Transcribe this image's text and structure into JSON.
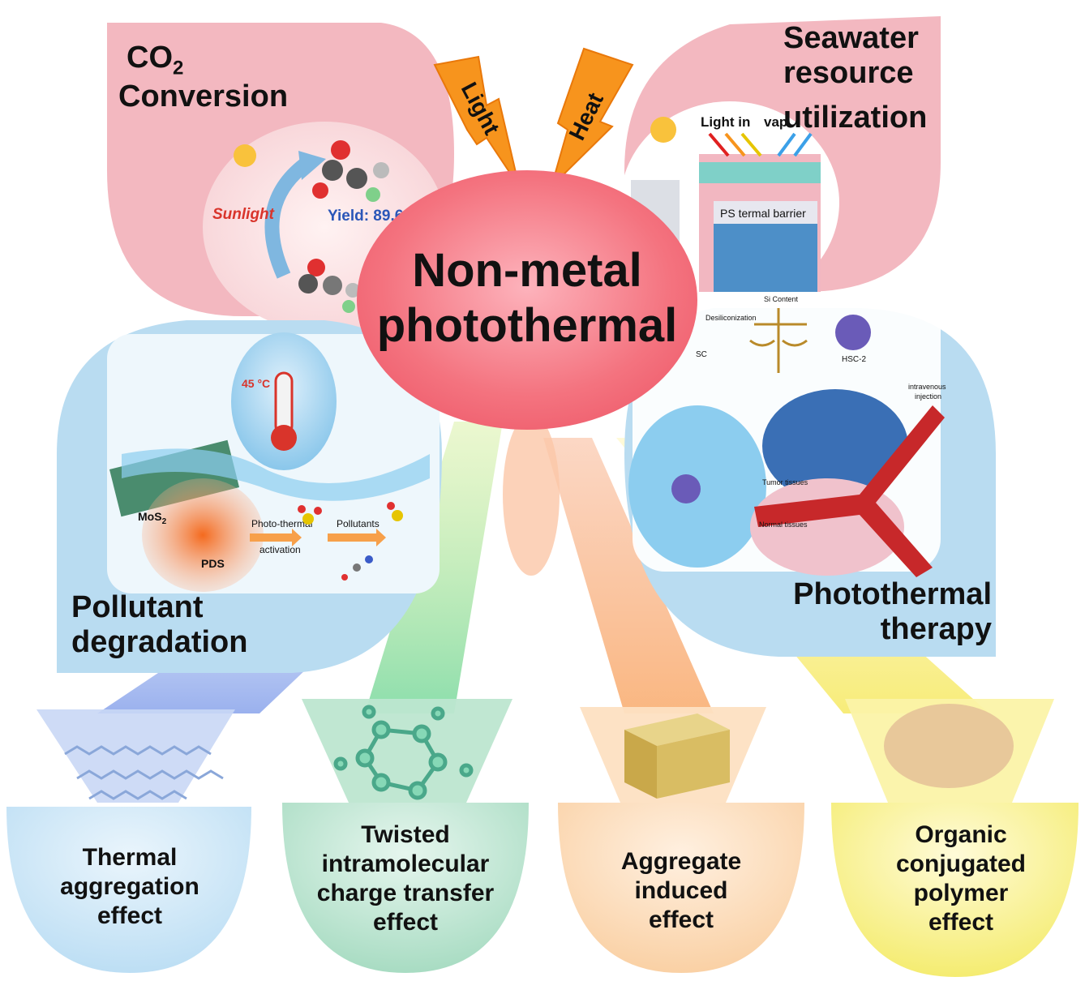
{
  "center": {
    "line1": "Non-metal",
    "line2": "photothermal"
  },
  "inputs": {
    "light": "Light",
    "heat": "Heat"
  },
  "applications": {
    "co2": {
      "line1": "CO",
      "sub": "2",
      "line2": "Conversion",
      "sunlight": "Sunlight",
      "yield": "Yield: 89.6"
    },
    "seawater": {
      "line1": "Seawater",
      "line2": "resource",
      "line3": "utilization",
      "light_in": "Light in",
      "vapor": "vap",
      "barrier": "PS termal barrier"
    },
    "pollutant": {
      "line1": "Pollutant",
      "line2": "degradation",
      "temp": "45 °C",
      "mos2": "MoS",
      "mos2_sub": "2",
      "pds": "PDS",
      "activation1": "Photo-thermal",
      "activation2": "activation",
      "pollutants": "Pollutants"
    },
    "therapy": {
      "line1": "Photothermal",
      "line2": "therapy",
      "si": "Si Content",
      "sc": "SC",
      "hsc": "HSC-2",
      "delim": "Desiliconization",
      "tumor": "Tumor tissues",
      "normal": "Normal tissues",
      "injection1": "intravenous",
      "injection2": "injection"
    }
  },
  "effects": [
    {
      "lines": [
        "Thermal",
        "aggregation",
        "effect"
      ]
    },
    {
      "lines": [
        "Twisted",
        "intramolecular",
        "charge transfer",
        "effect"
      ]
    },
    {
      "lines": [
        "Aggregate",
        "induced",
        "effect"
      ]
    },
    {
      "lines": [
        "Organic",
        "conjugated",
        "polymer",
        "effect"
      ]
    }
  ],
  "colors": {
    "pink": "#f3b8c0",
    "blue": "#b9dcf1",
    "center": "#f26a7a",
    "orange": "#f7941d",
    "effect_blue": "#c8e3f6",
    "effect_green": "#a7dcc4",
    "effect_peach": "#fbd3a6",
    "effect_yellow": "#f6ef7a"
  }
}
